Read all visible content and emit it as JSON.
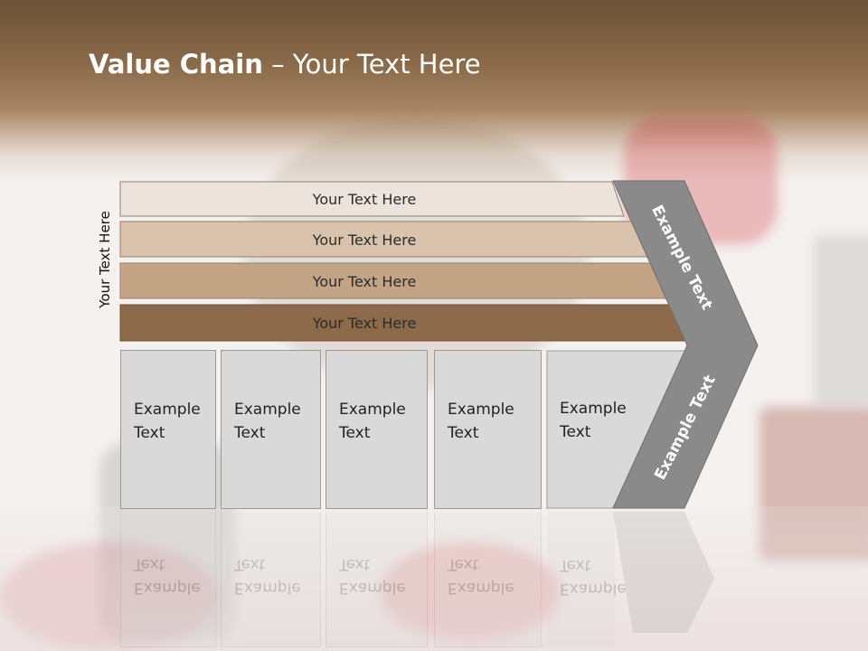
{
  "slide": {
    "title_bold": "Value Chain",
    "title_rest": " – Your Text Here",
    "side_label": "Your Text Here",
    "bars": [
      {
        "label": "Your Text Here",
        "color": "#ece4dc"
      },
      {
        "label": "Your Text Here",
        "color": "#d9c3ad"
      },
      {
        "label": "Your Text Here",
        "color": "#c3a585"
      },
      {
        "label": "Your Text Here",
        "color": "#8d6a49"
      }
    ],
    "boxes": [
      {
        "line1": "Example",
        "line2": "Text"
      },
      {
        "line1": "Example",
        "line2": "Text"
      },
      {
        "line1": "Example",
        "line2": "Text"
      },
      {
        "line1": "Example",
        "line2": "Text"
      },
      {
        "line1": "Example",
        "line2": "Text"
      }
    ],
    "chevron_upper_text": "Example Text",
    "chevron_lower_text": "Example Text",
    "chevron_color": "#8a8a8a"
  }
}
